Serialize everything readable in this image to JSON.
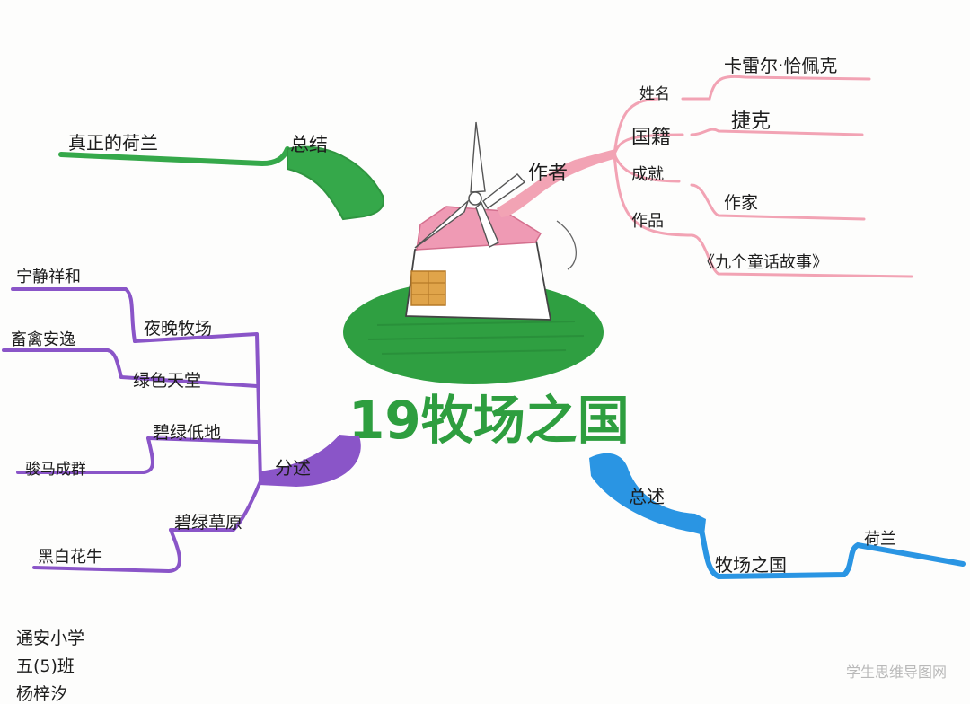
{
  "colors": {
    "title": "#2e9e3f",
    "island": "#2f9f41",
    "summary_branch": "#35a84a",
    "author_branch": "#f2a3b4",
    "detail_branch": "#8a55c8",
    "overview_branch": "#2a95e3",
    "ink": "#1d1d1d",
    "watermark": "#b9b9b9"
  },
  "central": {
    "title": "19牧场之国",
    "illustration": "windmill-on-green-island"
  },
  "branches": {
    "summary": {
      "label": "总结",
      "child": "真正的荷兰"
    },
    "author": {
      "label": "作者",
      "name_label": "姓名",
      "name_value": "卡雷尔·恰佩克",
      "nationality_label": "国籍",
      "nationality_value": "捷克",
      "achievement_label": "成就",
      "achievement_value": "作家",
      "works_label": "作品",
      "works_value": "《九个童话故事》"
    },
    "details": {
      "label": "分述",
      "items": [
        {
          "label": "夜晚牧场",
          "child": "宁静祥和"
        },
        {
          "label": "绿色天堂",
          "child": "畜禽安逸"
        },
        {
          "label": "碧绿低地",
          "child": "骏马成群"
        },
        {
          "label": "碧绿草原",
          "child": "黑白花牛"
        }
      ]
    },
    "overview": {
      "label": "总述",
      "child": "牧场之国",
      "grandchild": "荷兰"
    }
  },
  "footer": {
    "school": "通安小学",
    "class": "五(5)班",
    "student": "杨梓汐"
  },
  "watermark": "学生思维导图网"
}
